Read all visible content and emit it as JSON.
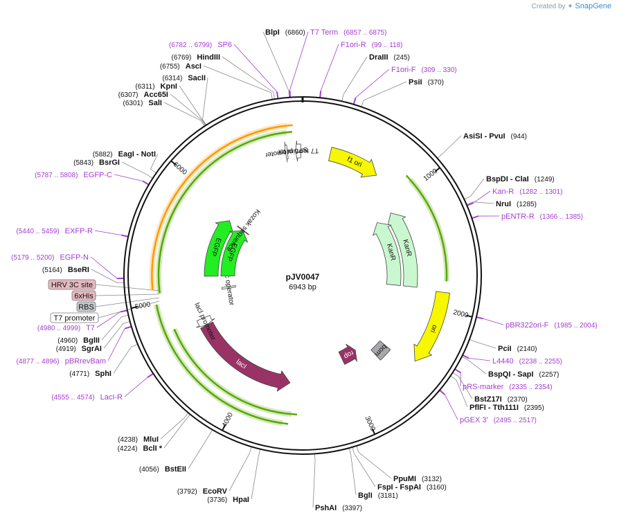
{
  "branding": {
    "created_by": "Created by",
    "app": "SnapGene"
  },
  "plasmid": {
    "name": "pJV0047",
    "length": "6943 bp",
    "total_bp": 6943
  },
  "tick_labels": [
    "1000",
    "2000",
    "3000",
    "4000",
    "5000",
    "6000"
  ],
  "features": [
    {
      "name": "f1 ori",
      "start": 246,
      "end": 701,
      "strand": 1,
      "color": "#f7f700",
      "ring": 2
    },
    {
      "name": "KanR",
      "start": 1053,
      "end": 1849,
      "strand": -1,
      "color": "#c9f7cf",
      "ring": 3
    },
    {
      "name": "KanR",
      "start": 1053,
      "end": 1849,
      "strand": -1,
      "color": "#c9f7cf",
      "ring": 4
    },
    {
      "name": "ori",
      "start": 1867,
      "end": 2456,
      "strand": 1,
      "color": "#f7f700",
      "ring": 1
    },
    {
      "name": "rop",
      "start": 2792,
      "end": 2984,
      "strand": -1,
      "color": "#993366",
      "ring": 4
    },
    {
      "name": "bom",
      "start": 2510,
      "end": 2650,
      "strand": 0,
      "color": "#a6a8ab",
      "ring": 3
    },
    {
      "name": "lacI",
      "start": 3600,
      "end": 4680,
      "strand": -1,
      "color": "#993366",
      "ring": 3
    },
    {
      "name": "lacI promoter",
      "start": 4681,
      "end": 4760,
      "strand": -1,
      "color": "#ffffff",
      "ring": 3
    },
    {
      "name": "lac operator",
      "start": 5020,
      "end": 5044,
      "strand": 0,
      "color": "#ffffff",
      "ring": 5
    },
    {
      "name": "EGFP",
      "start": 5200,
      "end": 5919,
      "strand": 1,
      "color": "#22ee22",
      "ring": 4
    },
    {
      "name": "EGFP",
      "start": 5200,
      "end": 5919,
      "strand": 1,
      "color": "#22ee22",
      "ring": 5
    },
    {
      "name": "Kozak sequence",
      "start": 5920,
      "end": 5929,
      "strand": 0,
      "color": "#ffffff",
      "ring": 5
    },
    {
      "name": "T7 terminator",
      "start": 6880,
      "end": 6927,
      "strand": -1,
      "color": "#ffffff",
      "ring": 2
    },
    {
      "name": "SP6 promoter",
      "start": 6790,
      "end": 6808,
      "strand": -1,
      "color": "#ffffff",
      "ring": 2
    }
  ],
  "thin_arcs": [
    {
      "start": 930,
      "end": 1780,
      "strand": -1,
      "color": "#57a800",
      "ring": 1.5
    },
    {
      "start": 3620,
      "end": 4990,
      "strand": -1,
      "color": "#57a800",
      "ring": 1.2
    },
    {
      "start": 3560,
      "end": 4770,
      "strand": -1,
      "color": "#57a800",
      "ring": 1.8
    },
    {
      "start": 5070,
      "end": 6820,
      "strand": 1,
      "color": "#57a800",
      "ring": 1.5
    },
    {
      "start": 5100,
      "end": 6830,
      "strand": 1,
      "color": "#ff9900",
      "ring": 1.1
    }
  ],
  "small_tags": [
    {
      "name": "HRV 3C site",
      "bg": "#e6b8c0"
    },
    {
      "name": "6xHis",
      "bg": "#e6b8c0"
    },
    {
      "name": "RBS",
      "bg": "#c4c9cc"
    },
    {
      "name": "T7 promoter",
      "bg": "#ffffff"
    }
  ],
  "right_labels": [
    {
      "type": "enzyme",
      "pos": "(6860)",
      "name": "BlpI",
      "site": 6860
    },
    {
      "type": "primer",
      "pos": "(6857 .. 6875)",
      "name": "T7 Term",
      "site": 6866
    },
    {
      "type": "primer",
      "pos": "(99 .. 118)",
      "name": "F1ori-R",
      "site": 108
    },
    {
      "type": "enzyme",
      "pos": "(245)",
      "name": "DraIII",
      "site": 245
    },
    {
      "type": "primer",
      "pos": "(309 .. 330)",
      "name": "F1ori-F",
      "site": 320
    },
    {
      "type": "enzyme",
      "pos": "(370)",
      "name": "PsiI",
      "site": 370
    },
    {
      "type": "enzyme",
      "pos": "(944)",
      "name": "AsiSI   - PvuI",
      "site": 944
    },
    {
      "type": "enzyme",
      "pos": "(1249)",
      "name": "BspDI   - ClaI",
      "site": 1249
    },
    {
      "type": "primer",
      "pos": "(1282 .. 1301)",
      "name": "Kan-R",
      "site": 1291
    },
    {
      "type": "enzyme",
      "pos": "(1285)",
      "name": "NruI",
      "site": 1285
    },
    {
      "type": "primer",
      "pos": "(1366 .. 1385)",
      "name": "pENTR-R",
      "site": 1375
    },
    {
      "type": "primer",
      "pos": "(1985 .. 2004)",
      "name": "pBR322ori-F",
      "site": 1995
    },
    {
      "type": "enzyme",
      "pos": "(2140)",
      "name": "PciI",
      "site": 2140
    },
    {
      "type": "primer",
      "pos": "(2238 .. 2255)",
      "name": "L4440",
      "site": 2246
    },
    {
      "type": "enzyme",
      "pos": "(2257)",
      "name": "BspQI   - SapI",
      "site": 2257
    },
    {
      "type": "primer",
      "pos": "(2335 .. 2354)",
      "name": "pRS-marker",
      "site": 2345
    },
    {
      "type": "enzyme",
      "pos": "(2370)",
      "name": "BstZ17I",
      "site": 2370
    },
    {
      "type": "enzyme",
      "pos": "(2395)",
      "name": "PflFI   - Tth111I",
      "site": 2395
    },
    {
      "type": "primer",
      "pos": "(2495 .. 2517)",
      "name": "pGEX 3'",
      "site": 2506
    },
    {
      "type": "enzyme",
      "pos": "(3132)",
      "name": "PpuMI",
      "site": 3132
    },
    {
      "type": "enzyme",
      "pos": "(3160)",
      "name": "FspI   - FspAI",
      "site": 3160
    },
    {
      "type": "enzyme",
      "pos": "(3181)",
      "name": "BglI",
      "site": 3181
    },
    {
      "type": "enzyme",
      "pos": "(3397)",
      "name": "PshAI",
      "site": 3397
    }
  ],
  "left_labels": [
    {
      "type": "primer",
      "pos": "(6782 .. 6799)",
      "name": "SP6",
      "site": 6790
    },
    {
      "type": "enzyme",
      "pos": "(6769)",
      "name": "HindIII",
      "site": 6769
    },
    {
      "type": "enzyme",
      "pos": "(6755)",
      "name": "AscI",
      "site": 6755
    },
    {
      "type": "enzyme",
      "pos": "(6314)",
      "name": "SacII",
      "site": 6314
    },
    {
      "type": "enzyme",
      "pos": "(6311)",
      "name": "KpnI",
      "site": 6311
    },
    {
      "type": "enzyme",
      "pos": "(6307)",
      "name": "Acc65I",
      "site": 6307
    },
    {
      "type": "enzyme",
      "pos": "(6301)",
      "name": "SalI",
      "site": 6301
    },
    {
      "type": "enzyme",
      "pos": "(5882)",
      "name": "EagI   - NotI",
      "site": 5882
    },
    {
      "type": "enzyme",
      "pos": "(5843)",
      "name": "BsrGI",
      "site": 5843
    },
    {
      "type": "primer",
      "pos": "(5787 .. 5808)",
      "name": "EGFP-C",
      "site": 5797
    },
    {
      "type": "primer",
      "pos": "(5440 .. 5459)",
      "name": "EXFP-R",
      "site": 5450
    },
    {
      "type": "primer",
      "pos": "(5179 .. 5200)",
      "name": "EGFP-N",
      "site": 5190
    },
    {
      "type": "enzyme",
      "pos": "(5164)",
      "name": "BseRI",
      "site": 5164
    },
    {
      "type": "primer",
      "pos": "(4980 .. 4999)",
      "name": "T7",
      "site": 4990
    },
    {
      "type": "enzyme",
      "pos": "(4960)",
      "name": "BglII",
      "site": 4960
    },
    {
      "type": "enzyme",
      "pos": "(4919)",
      "name": "SgrAI",
      "site": 4919
    },
    {
      "type": "primer",
      "pos": "(4877 .. 4896)",
      "name": "pBRrevBam",
      "site": 4887
    },
    {
      "type": "enzyme",
      "pos": "(4771)",
      "name": "SphI",
      "site": 4771
    },
    {
      "type": "primer",
      "pos": "(4555 .. 4574)",
      "name": "LacI-R",
      "site": 4565
    },
    {
      "type": "enzyme",
      "pos": "(4238)",
      "name": "MluI",
      "site": 4238
    },
    {
      "type": "enzyme",
      "pos": "(4224)",
      "name": "BclI *",
      "site": 4224
    },
    {
      "type": "enzyme",
      "pos": "(4056)",
      "name": "BstEII",
      "site": 4056
    },
    {
      "type": "enzyme",
      "pos": "(3792)",
      "name": "EcoRV",
      "site": 3792
    },
    {
      "type": "enzyme",
      "pos": "(3736)",
      "name": "HpaI",
      "site": 3736
    }
  ]
}
